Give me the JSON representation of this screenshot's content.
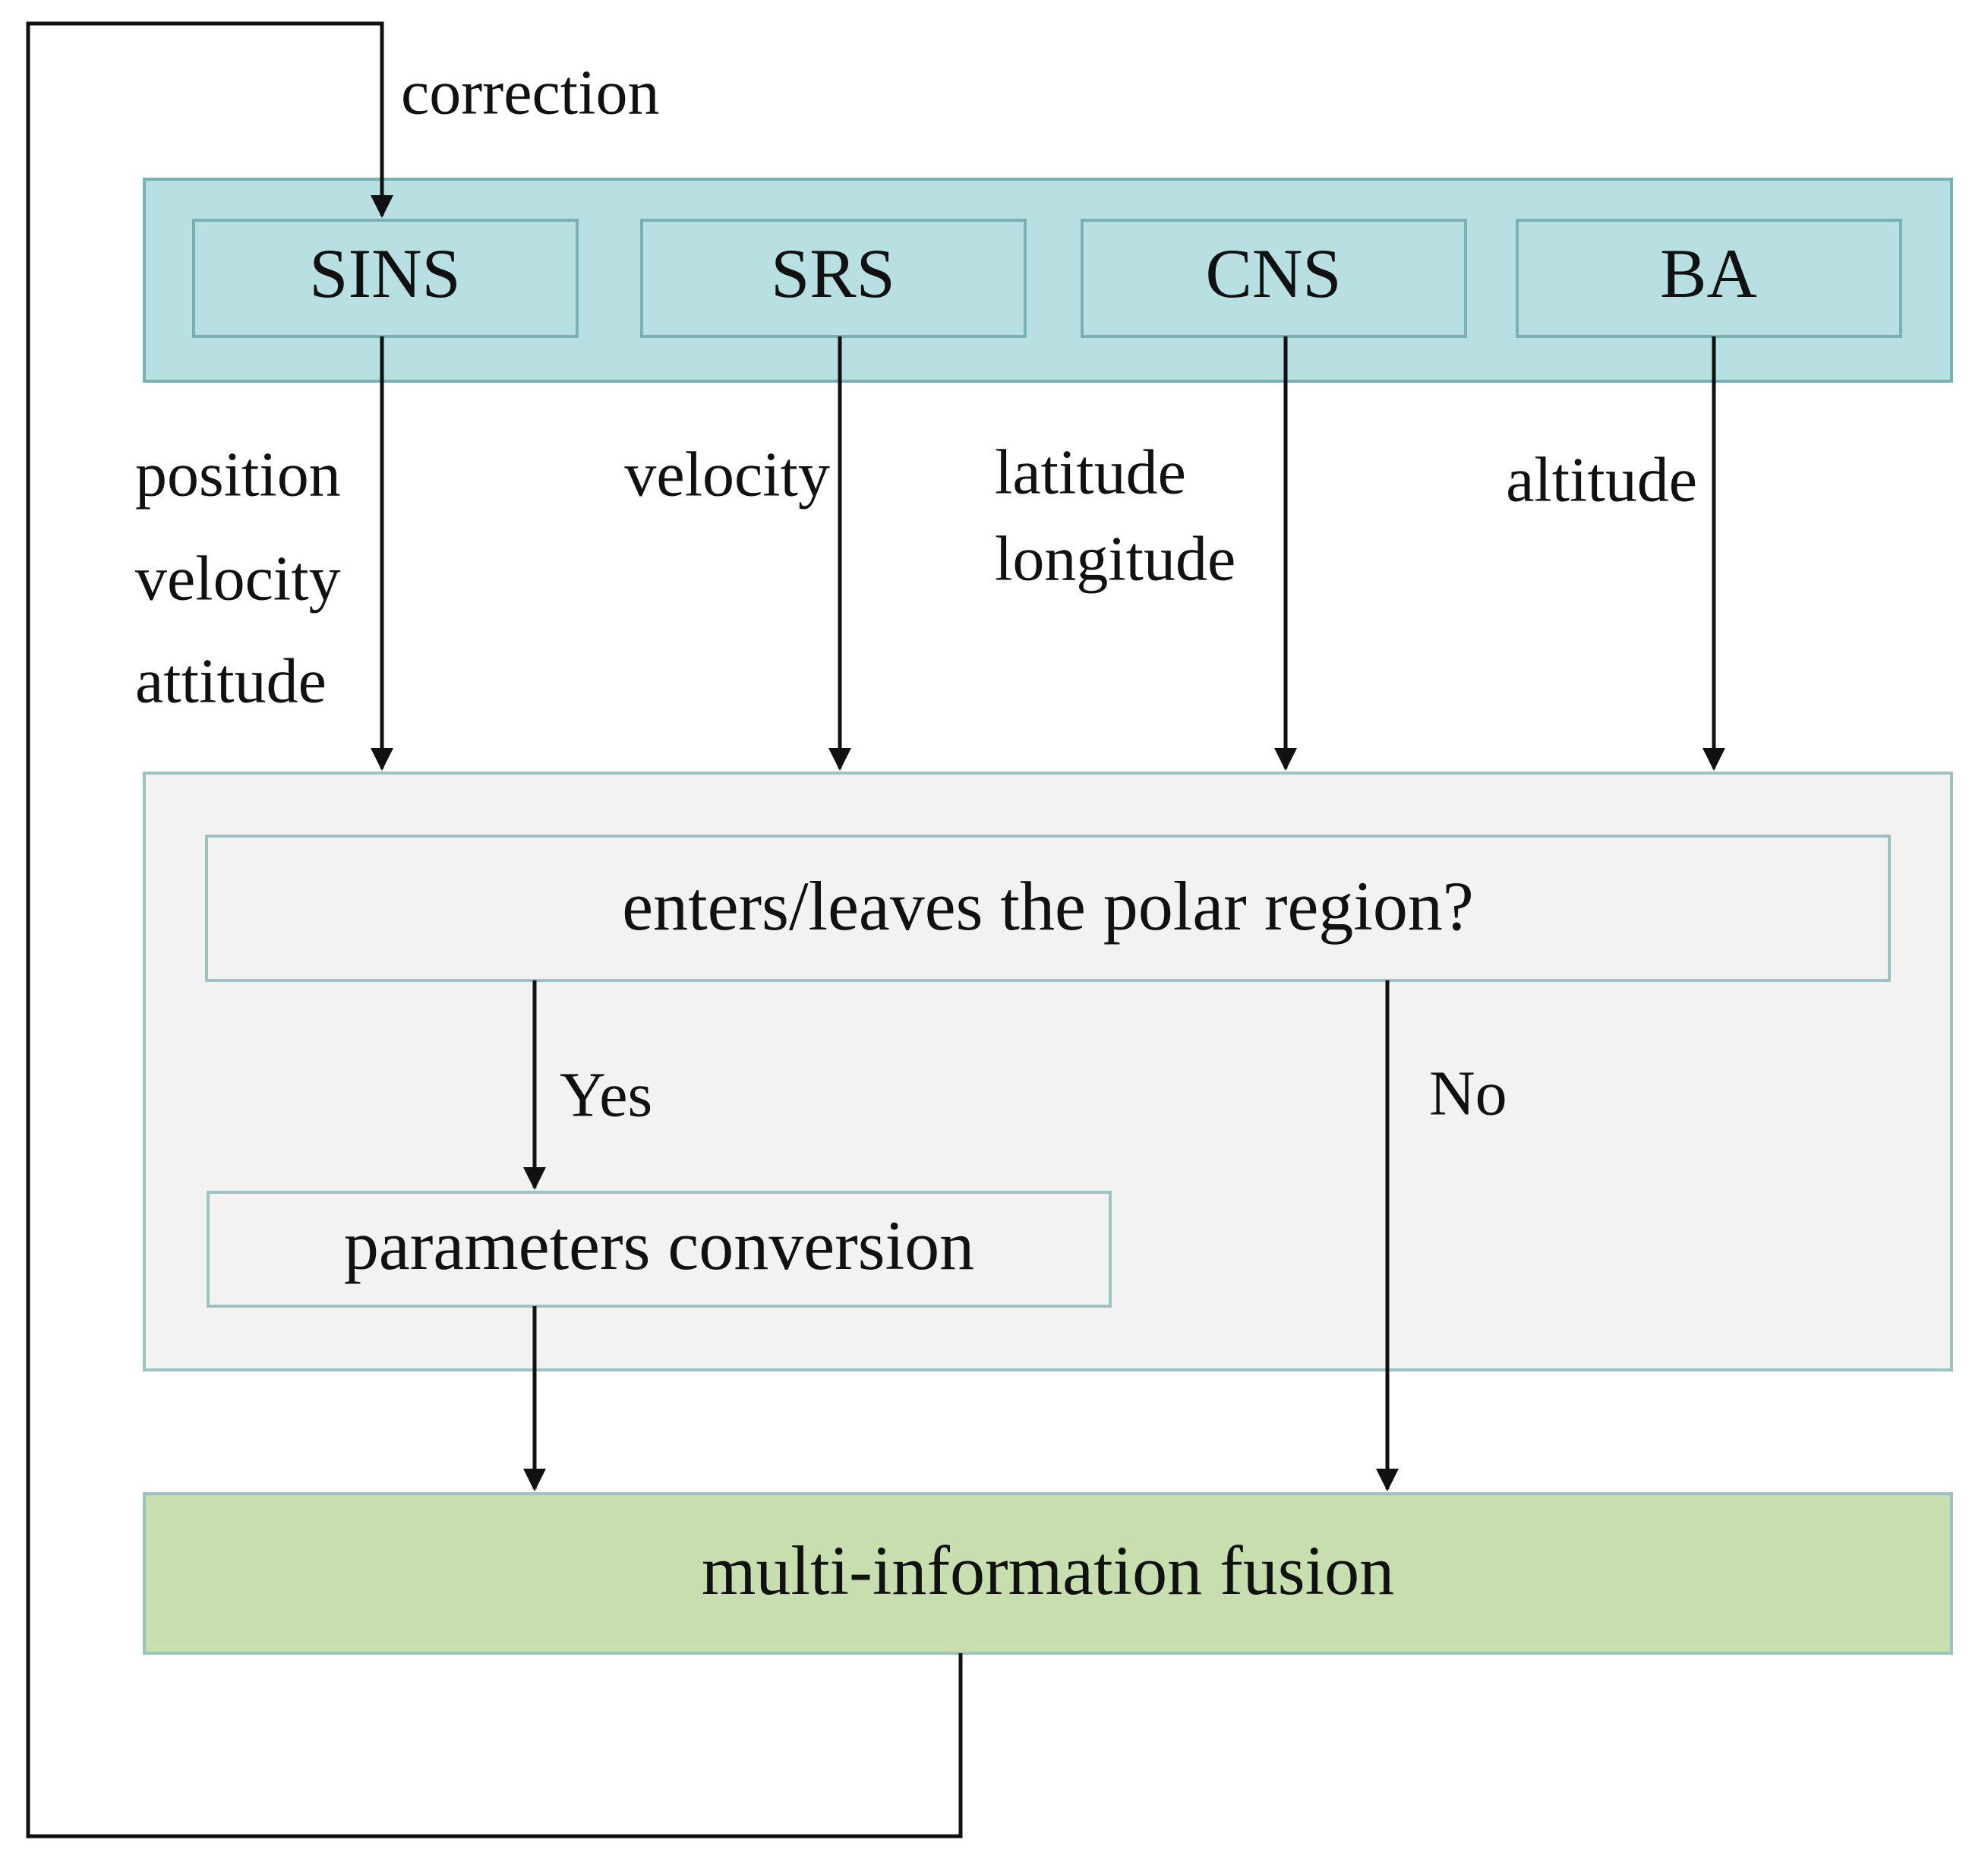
{
  "colors": {
    "sensor_panel": "#b8dfe2",
    "sensor_border": "#78b0b3",
    "process_panel": "#f2f2f2",
    "process_border": "#9ec1c3",
    "fusion_panel": "#c9deae",
    "fusion_border": "#9ec1c3",
    "line": "#111111"
  },
  "feedback": {
    "label": "correction"
  },
  "sensors": [
    {
      "name": "SINS",
      "outputs": [
        "position",
        "velocity",
        "attitude"
      ]
    },
    {
      "name": "SRS",
      "outputs": [
        "velocity"
      ]
    },
    {
      "name": "CNS",
      "outputs": [
        "latitude",
        "longitude"
      ]
    },
    {
      "name": "BA",
      "outputs": [
        "altitude"
      ]
    }
  ],
  "decision": {
    "question": "enters/leaves the polar region?",
    "yes_label": "Yes",
    "no_label": "No"
  },
  "conversion": {
    "label": "parameters conversion"
  },
  "fusion": {
    "label": "multi-information fusion"
  }
}
